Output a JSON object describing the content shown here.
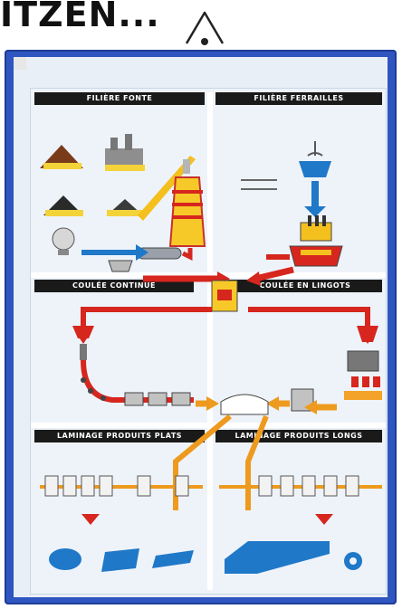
{
  "heading": "ITZEN...",
  "sections": {
    "fonte": "FILIÈRE FONTE",
    "ferrailles": "FILIÈRE FERRAILLES",
    "coulee_continue": "COULÉE CONTINUE",
    "coulee_lingots": "COULÉE EN LINGOTS",
    "laminage_plats": "LAMINAGE PRODUITS PLATS",
    "laminage_longs": "LAMINAGE PRODUITS LONGS"
  },
  "colors": {
    "frame": "#2f56c0",
    "band": "#1a1a1a",
    "arrow_red": "#d6261e",
    "arrow_orange": "#ee9a1e",
    "steel_blue": "#1f78c8"
  }
}
